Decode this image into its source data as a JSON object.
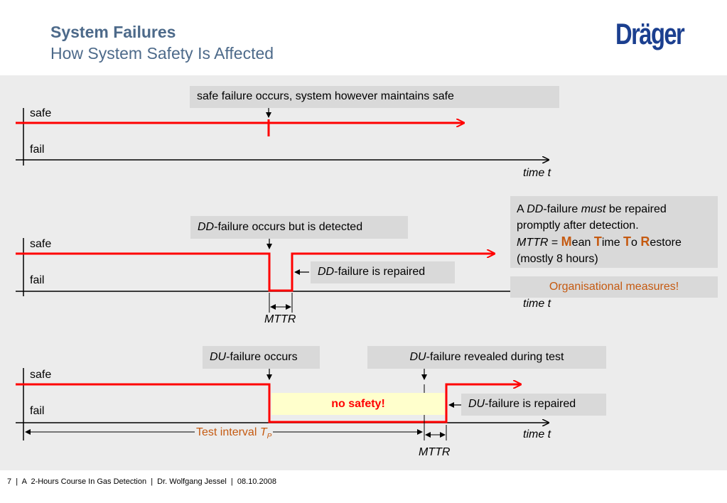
{
  "header": {
    "title": "System Failures",
    "subtitle": "How System Safety Is Affected",
    "logo_text": "Dräger"
  },
  "diagram1": {
    "note": "safe failure occurs, system however maintains safe",
    "safe_label": "safe",
    "fail_label": "fail",
    "time_label": "time t"
  },
  "diagram2": {
    "note_prefix": "DD",
    "note_suffix": "-failure occurs but is detected",
    "repaired_prefix": "DD",
    "repaired_suffix": "-failure is repaired",
    "safe_label": "safe",
    "fail_label": "fail",
    "time_label": "time t",
    "mttr_label": "MTTR",
    "info": {
      "line1_a": "A ",
      "line1_dd": "DD",
      "line1_b": "-failure ",
      "line1_must": "must",
      "line1_c": " be repaired",
      "line2": "promptly after detection.",
      "line3_mttr": "MTTR",
      "line3_eq": " = ",
      "m": "M",
      "ean": "ean ",
      "t": "T",
      "ime": "ime ",
      "t2": "T",
      "o": "o ",
      "r": "R",
      "estore": "estore",
      "line4": "(mostly 8 hours)"
    },
    "org_measures": "Organisational measures!"
  },
  "diagram3": {
    "occurs_prefix": "DU",
    "occurs_suffix": "-failure occurs",
    "revealed_prefix": "DU",
    "revealed_suffix": "-failure revealed during test",
    "repaired_prefix": "DU",
    "repaired_suffix": "-failure is repaired",
    "no_safety": "no safety!",
    "safe_label": "safe",
    "fail_label": "fail",
    "time_label": "time t",
    "test_interval": "Test interval ",
    "tp_main": "T",
    "tp_sub": "P",
    "mttr_label": "MTTR"
  },
  "footer": {
    "page": "7",
    "course": "A  2-Hours Course In Gas Detection",
    "author": "Dr. Wolfgang Jessel",
    "date": "08.10.2008"
  },
  "colors": {
    "signal": "#ff0000",
    "title": "#4d6a8a",
    "logo": "#1b3f8f",
    "accent": "#c55a11",
    "box": "#d9d9d9",
    "panel": "#ececec",
    "highlight": "#ffffcc"
  }
}
